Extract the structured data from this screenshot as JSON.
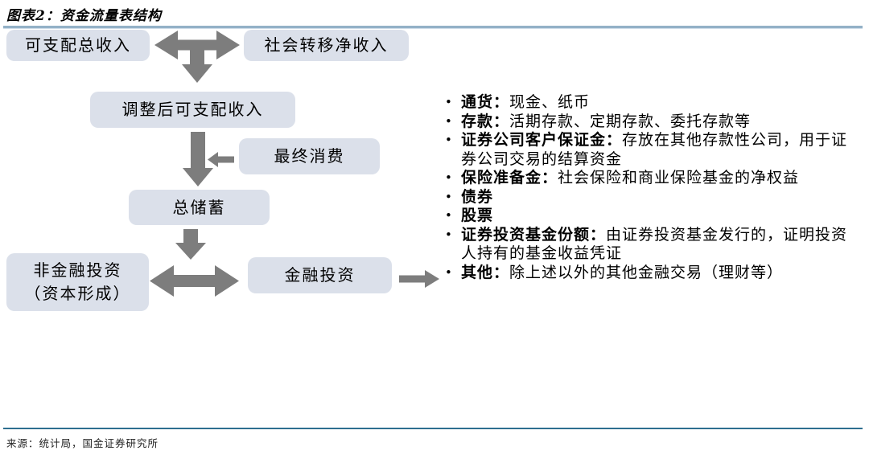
{
  "title": "图表2：资金流量表结构",
  "flow": {
    "boxes": [
      {
        "label": "可支配总收入"
      },
      {
        "label": "社会转移净收入"
      },
      {
        "label": "调整后可支配收入"
      },
      {
        "label": "最终消费"
      },
      {
        "label": "总储蓄"
      },
      {
        "label": "非金融投资",
        "label2": "（资本形成）"
      },
      {
        "label": "金融投资"
      }
    ],
    "arrows": [
      {
        "name": "two-way-horizontal-with-down-branch"
      },
      {
        "name": "down-arrow"
      },
      {
        "name": "left-arrow"
      },
      {
        "name": "down-arrow"
      },
      {
        "name": "two-way-horizontal"
      },
      {
        "name": "right-arrow"
      }
    ]
  },
  "list": {
    "bullet": "•",
    "items": [
      {
        "term": "通货：",
        "desc": "现金、纸币"
      },
      {
        "term": "存款：",
        "desc": "活期存款、定期存款、委托存款等"
      },
      {
        "term": "证券公司客户保证金：",
        "desc": "存放在其他存款性公司，用于证券公司交易的结算资金"
      },
      {
        "term": "保险准备金：",
        "desc": "社会保险和商业保险基金的净权益"
      },
      {
        "term": "债券",
        "desc": ""
      },
      {
        "term": "股票",
        "desc": ""
      },
      {
        "term": "证券投资基金份额：",
        "desc": "由证券投资基金发行的，证明投资人持有的基金收益凭证"
      },
      {
        "term": "其他：",
        "desc": "除上述以外的其他金融交易（理财等）"
      }
    ]
  },
  "source": "来源：统计局，国金证券研究所",
  "colors": {
    "box_fill": "#dbe0ea",
    "arrow": "#7d7d7d",
    "top_rule": "#93b1c7",
    "bottom_rule": "#2e6f90"
  }
}
